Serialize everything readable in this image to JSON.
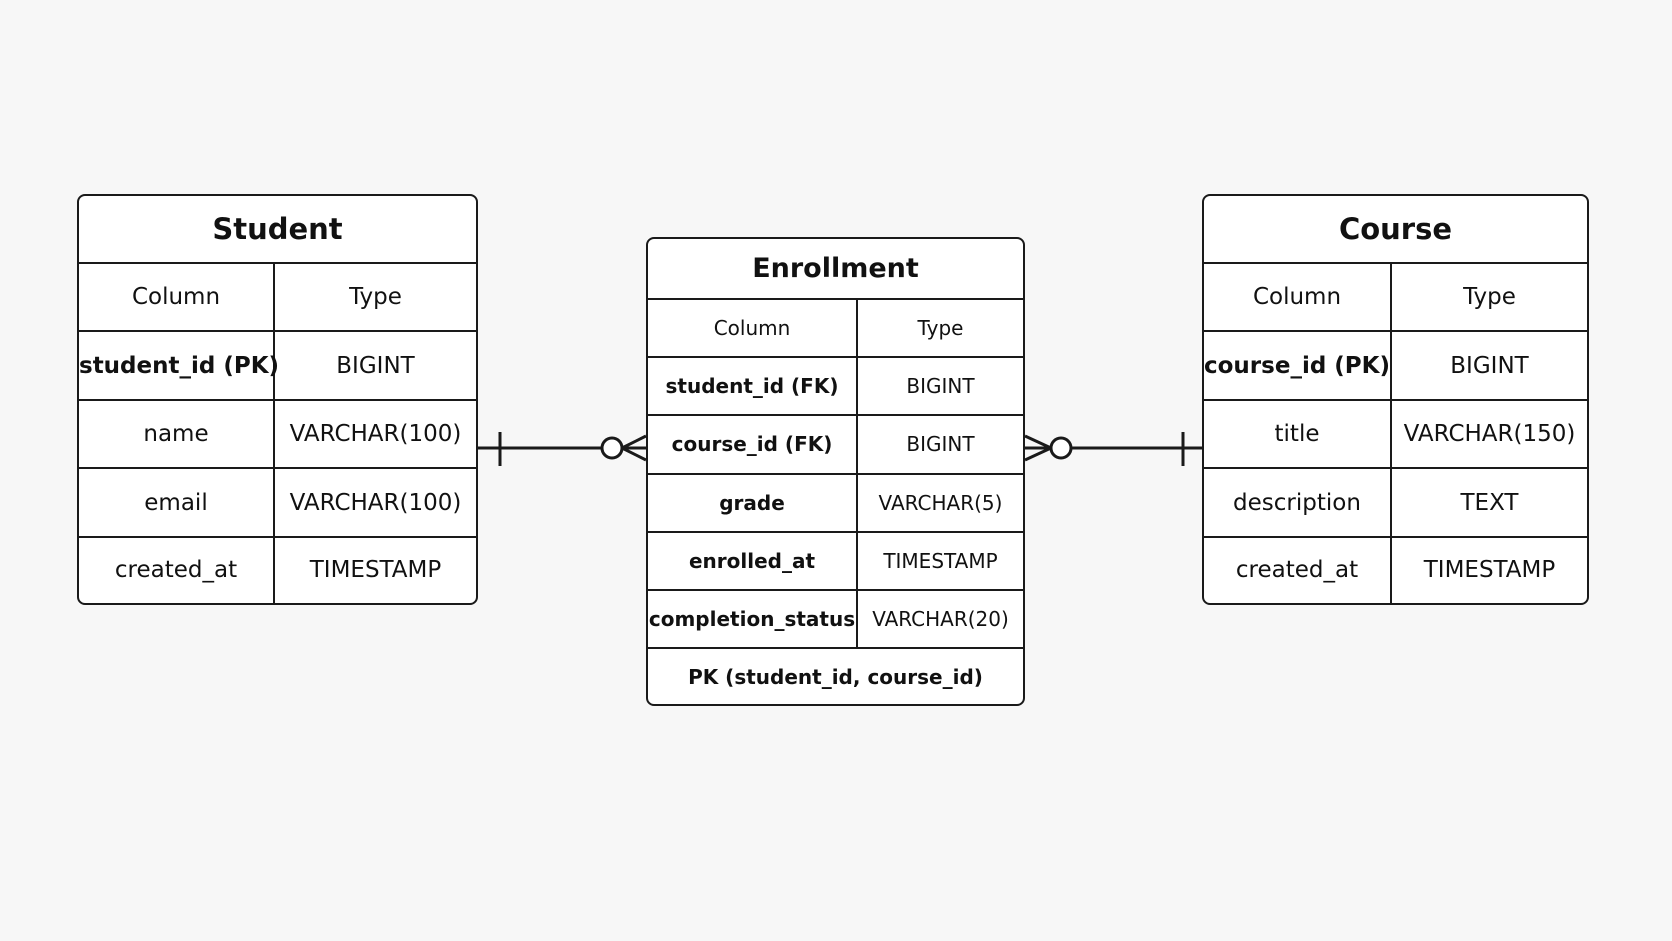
{
  "entities": {
    "student": {
      "title": "Student",
      "column_header": "Column",
      "type_header": "Type",
      "rows": [
        {
          "column": "student_id (PK)",
          "type": "BIGINT"
        },
        {
          "column": "name",
          "type": "VARCHAR(100)"
        },
        {
          "column": "email",
          "type": "VARCHAR(100)"
        },
        {
          "column": "created_at",
          "type": "TIMESTAMP"
        }
      ]
    },
    "enrollment": {
      "title": "Enrollment",
      "column_header": "Column",
      "type_header": "Type",
      "rows": [
        {
          "column": "student_id (FK)",
          "type": "BIGINT"
        },
        {
          "column": "course_id (FK)",
          "type": "BIGINT"
        },
        {
          "column": "grade",
          "type": "VARCHAR(5)"
        },
        {
          "column": "enrolled_at",
          "type": "TIMESTAMP"
        },
        {
          "column": "completion_status",
          "type": "VARCHAR(20)"
        }
      ],
      "footer": "PK (student_id, course_id)"
    },
    "course": {
      "title": "Course",
      "column_header": "Column",
      "type_header": "Type",
      "rows": [
        {
          "column": "course_id (PK)",
          "type": "BIGINT"
        },
        {
          "column": "title",
          "type": "VARCHAR(150)"
        },
        {
          "column": "description",
          "type": "TEXT"
        },
        {
          "column": "created_at",
          "type": "TIMESTAMP"
        }
      ]
    }
  },
  "relationships": [
    {
      "from": "student",
      "to": "enrollment",
      "from_cardinality": "exactly-one",
      "to_cardinality": "zero-or-many"
    },
    {
      "from": "course",
      "to": "enrollment",
      "from_cardinality": "exactly-one",
      "to_cardinality": "zero-or-many"
    }
  ],
  "colors": {
    "background": "#f7f7f7",
    "line": "#1a1a1a",
    "box_fill": "#ffffff"
  }
}
